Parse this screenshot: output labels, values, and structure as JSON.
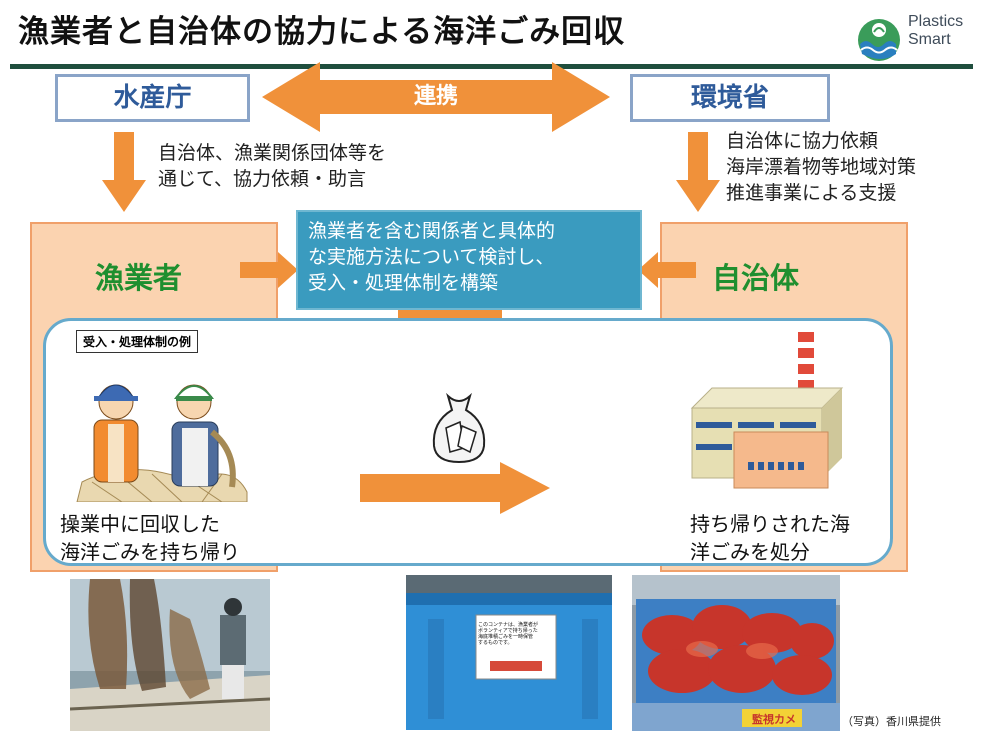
{
  "title": "漁業者と自治体の協力による海洋ごみ回収",
  "logo": {
    "line1": "Plastics",
    "line2": "Smart"
  },
  "agencies": {
    "left": "水産庁",
    "right": "環境省",
    "link": "連携"
  },
  "notes": {
    "left": [
      "自治体、漁業関係団体等を",
      "通じて、協力依頼・助言"
    ],
    "right": [
      "自治体に協力依頼",
      "海岸漂着物等地域対策",
      "推進事業による支援"
    ]
  },
  "actors": {
    "left": "漁業者",
    "right": "自治体"
  },
  "center_box": [
    "漁業者を含む関係者と具体的",
    "な実施方法について検討し、",
    "受入・処理体制を構築"
  ],
  "example": {
    "label": "受入・処理体制の例",
    "left_caption": [
      "操業中に回収した",
      "海洋ごみを持ち帰り"
    ],
    "right_caption": [
      "持ち帰りされた海",
      "洋ごみを処分"
    ]
  },
  "photos": {
    "container_text": [
      "このコンテナは、漁業者が",
      "ボランティアで持ち帰った",
      "海底堆積ごみを一時保管",
      "するものです。"
    ],
    "crate_text": "監視カメ",
    "credit": "（写真）香川県提供"
  },
  "colors": {
    "arrow": "#f0913a",
    "agency_border": "#8aa4c8",
    "center_box": "#3a9bbf",
    "actor_text": "#1f8f2f",
    "panel": "#fbd3b0"
  }
}
